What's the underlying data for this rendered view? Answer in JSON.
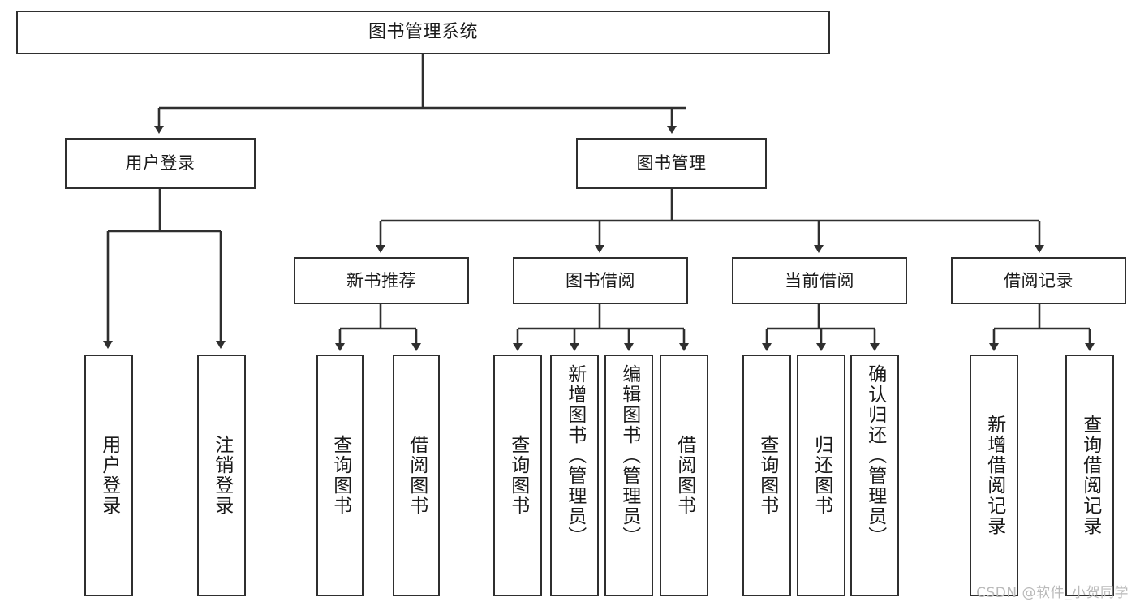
{
  "diagram": {
    "title": "图书管理系统",
    "type": "tree",
    "watermark": "CSDN @软件_小贺同学",
    "colors": {
      "box_border": "#2f2f2f",
      "box_fill": "#ffffff",
      "edge": "#2f2f2f",
      "text": "#1a1a1a",
      "watermark": "#b9b9b9",
      "background": "#ffffff"
    },
    "nodes": {
      "root": {
        "label": "图书管理系统"
      },
      "level2": [
        {
          "label": "用户登录"
        },
        {
          "label": "图书管理"
        }
      ],
      "level3": [
        {
          "label": "新书推荐"
        },
        {
          "label": "图书借阅"
        },
        {
          "label": "当前借阅"
        },
        {
          "label": "借阅记录"
        }
      ],
      "leaves": {
        "user_login": [
          {
            "label": "用户登录"
          },
          {
            "label": "注销登录"
          }
        ],
        "new_book_recommend": [
          {
            "label": "查询图书"
          },
          {
            "label": "借阅图书"
          }
        ],
        "book_borrow": [
          {
            "label": "查询图书"
          },
          {
            "label": "新增图书（管理员）"
          },
          {
            "label": "编辑图书（管理员）"
          },
          {
            "label": "借阅图书"
          }
        ],
        "current_borrow": [
          {
            "label": "查询图书"
          },
          {
            "label": "归还图书"
          },
          {
            "label": "确认归还（管理员）"
          }
        ],
        "borrow_record": [
          {
            "label": "新增借阅记录"
          },
          {
            "label": "查询借阅记录"
          }
        ]
      }
    }
  }
}
